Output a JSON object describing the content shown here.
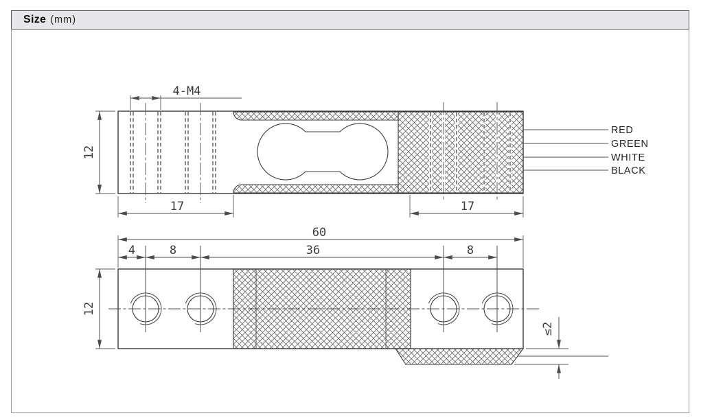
{
  "header": {
    "title": "Size",
    "unit": "(mm)"
  },
  "drawing": {
    "dims": {
      "total": "60",
      "height": "12",
      "block_left": "17",
      "block_right": "17",
      "edge_to_hole": "4",
      "pitch_left": "8",
      "span": "36",
      "pitch_right": "8"
    },
    "labels": {
      "thread": "4-M4",
      "recess": "≤2"
    },
    "wires": [
      {
        "label": "RED"
      },
      {
        "label": "GREEN"
      },
      {
        "label": "WHITE"
      },
      {
        "label": "BLACK"
      }
    ],
    "colors": {
      "line": "#3b3b3b",
      "header_bg": "#e7e7e9",
      "frame_border": "#9a9aa0"
    }
  }
}
